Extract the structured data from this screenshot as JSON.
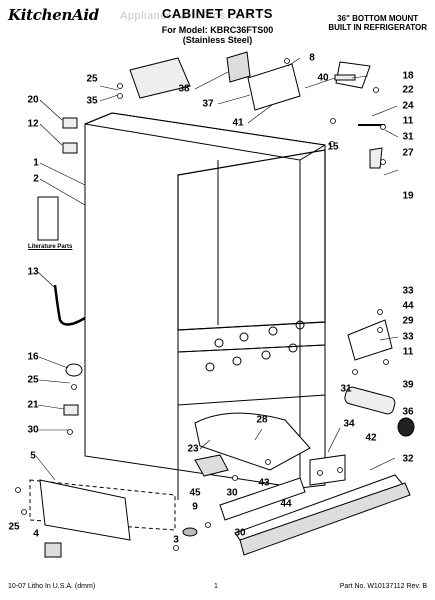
{
  "header": {
    "brand": "KitchenAid",
    "title": "CABINET PARTS",
    "model_line1": "For Model: KBRC36FTS00",
    "model_line2": "(Stainless Steel)",
    "spec_line1": "36\" BOTTOM MOUNT",
    "spec_line2": "BUILT IN REFRIGERATOR",
    "watermark": "AppliancePartsPros.com"
  },
  "literature_label": "Literature Parts",
  "footer": {
    "left": "10-07 Litho In U.S.A. (dmm)",
    "page": "1",
    "part_no": "Part No. W10137112 Rev. B"
  },
  "callouts": [
    "25",
    "35",
    "20",
    "12",
    "1",
    "2",
    "13",
    "16",
    "25",
    "21",
    "30",
    "5",
    "25",
    "4",
    "38",
    "37",
    "41",
    "8",
    "40",
    "15",
    "18",
    "22",
    "24",
    "11",
    "31",
    "27",
    "19",
    "33",
    "44",
    "29",
    "33",
    "11",
    "31",
    "39",
    "36",
    "28",
    "23",
    "45",
    "30",
    "43",
    "9",
    "3",
    "30",
    "34",
    "42",
    "44",
    "32"
  ]
}
